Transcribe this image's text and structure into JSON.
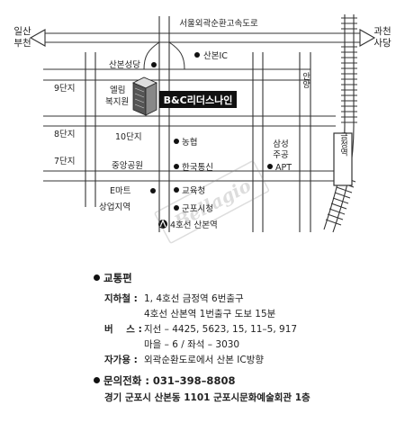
{
  "map": {
    "top_road": "서울외곽순환고속도로",
    "left_city_line1": "일산",
    "left_city_line2": "부천",
    "right_city_line1": "과천",
    "right_city_line2": "사당",
    "sanbon_ic": "산본IC",
    "sanbon_church": "산본성당",
    "complex9": "9단지",
    "elim_line1": "엘림",
    "elim_line2": "복지원",
    "destination": "B&C리더스나인",
    "complex8": "8단지",
    "complex10": "10단지",
    "nonghyup": "농협",
    "samsung_line1": "삼성",
    "samsung_line2": "주공",
    "complex7": "7단지",
    "central_park": "중앙공원",
    "korea_telecom": "한국통신",
    "apt": "APT",
    "road_right": "안양",
    "station_box": "금정역",
    "emart": "E마트",
    "education_office": "교육청",
    "commercial_area": "상업지역",
    "gunpo_cityhall": "군포시청",
    "sanbon_station": "4호선 산본역",
    "watermark": "Bellagio"
  },
  "info": {
    "transit_header": "교통편",
    "subway_label": "지하철 :",
    "subway_line1": "1, 4호선 금정역 6번출구",
    "subway_line2": "4호선 산본역 1번출구 도보 15분",
    "bus_label": "버    스 :",
    "bus_line1": "지선 – 4425, 5623, 15, 11–5, 917",
    "bus_line2": "마을 – 6 / 좌석 – 3030",
    "car_label": "자가용 :",
    "car_line": "외곽순환도로에서 산본 IC방향",
    "phone_header": "문의전화 : 031–398–8808",
    "address": "경기 군포시 산본동 1101 군포시문화예술회관 1층"
  }
}
